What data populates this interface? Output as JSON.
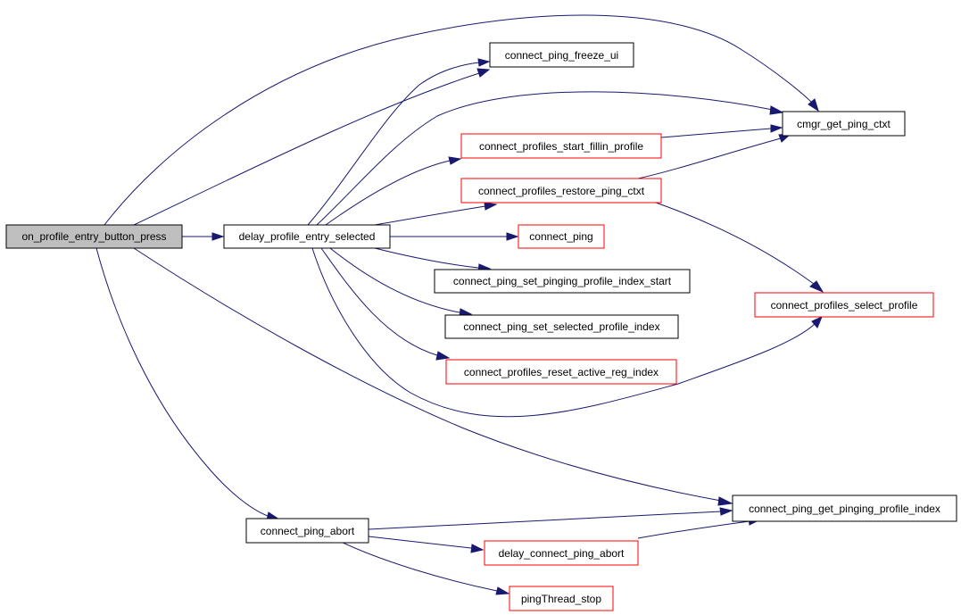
{
  "colors": {
    "edge": "#191970",
    "root_fill": "#bfbfbf",
    "default_border": "#000000",
    "external_border": "#ff0000",
    "background": "#ffffff"
  },
  "nodes": [
    {
      "id": "on_profile_entry_button_press",
      "label": "on_profile_entry_button_press",
      "style": "root"
    },
    {
      "id": "delay_profile_entry_selected",
      "label": "delay_profile_entry_selected",
      "style": "black"
    },
    {
      "id": "connect_ping_freeze_ui",
      "label": "connect_ping_freeze_ui",
      "style": "black"
    },
    {
      "id": "cmgr_get_ping_ctxt",
      "label": "cmgr_get_ping_ctxt",
      "style": "black"
    },
    {
      "id": "connect_profiles_start_fillin_profile",
      "label": "connect_profiles_start_fillin_profile",
      "style": "red"
    },
    {
      "id": "connect_profiles_restore_ping_ctxt",
      "label": "connect_profiles_restore_ping_ctxt",
      "style": "red"
    },
    {
      "id": "connect_ping",
      "label": "connect_ping",
      "style": "red"
    },
    {
      "id": "connect_ping_set_pinging_profile_index_start",
      "label": "connect_ping_set_pinging_profile_index_start",
      "style": "black"
    },
    {
      "id": "connect_ping_set_selected_profile_index",
      "label": "connect_ping_set_selected_profile_index",
      "style": "black"
    },
    {
      "id": "connect_profiles_reset_active_reg_index",
      "label": "connect_profiles_reset_active_reg_index",
      "style": "red"
    },
    {
      "id": "connect_profiles_select_profile",
      "label": "connect_profiles_select_profile",
      "style": "red"
    },
    {
      "id": "connect_ping_get_pinging_profile_index",
      "label": "connect_ping_get_pinging_profile_index",
      "style": "black"
    },
    {
      "id": "connect_ping_abort",
      "label": "connect_ping_abort",
      "style": "black"
    },
    {
      "id": "delay_connect_ping_abort",
      "label": "delay_connect_ping_abort",
      "style": "red"
    },
    {
      "id": "pingThread_stop",
      "label": "pingThread_stop",
      "style": "red"
    }
  ],
  "edges": [
    {
      "from": "on_profile_entry_button_press",
      "to": "delay_profile_entry_selected"
    },
    {
      "from": "on_profile_entry_button_press",
      "to": "connect_ping_freeze_ui"
    },
    {
      "from": "on_profile_entry_button_press",
      "to": "cmgr_get_ping_ctxt"
    },
    {
      "from": "on_profile_entry_button_press",
      "to": "connect_ping_get_pinging_profile_index"
    },
    {
      "from": "on_profile_entry_button_press",
      "to": "connect_ping_abort"
    },
    {
      "from": "delay_profile_entry_selected",
      "to": "connect_ping_freeze_ui"
    },
    {
      "from": "delay_profile_entry_selected",
      "to": "cmgr_get_ping_ctxt"
    },
    {
      "from": "delay_profile_entry_selected",
      "to": "connect_profiles_start_fillin_profile"
    },
    {
      "from": "delay_profile_entry_selected",
      "to": "connect_profiles_restore_ping_ctxt"
    },
    {
      "from": "delay_profile_entry_selected",
      "to": "connect_ping"
    },
    {
      "from": "delay_profile_entry_selected",
      "to": "connect_ping_set_pinging_profile_index_start"
    },
    {
      "from": "delay_profile_entry_selected",
      "to": "connect_ping_set_selected_profile_index"
    },
    {
      "from": "delay_profile_entry_selected",
      "to": "connect_profiles_reset_active_reg_index"
    },
    {
      "from": "delay_profile_entry_selected",
      "to": "connect_profiles_select_profile"
    },
    {
      "from": "connect_profiles_start_fillin_profile",
      "to": "cmgr_get_ping_ctxt"
    },
    {
      "from": "connect_profiles_restore_ping_ctxt",
      "to": "cmgr_get_ping_ctxt"
    },
    {
      "from": "connect_profiles_restore_ping_ctxt",
      "to": "connect_profiles_select_profile"
    },
    {
      "from": "connect_ping_abort",
      "to": "connect_ping_get_pinging_profile_index"
    },
    {
      "from": "connect_ping_abort",
      "to": "delay_connect_ping_abort"
    },
    {
      "from": "connect_ping_abort",
      "to": "pingThread_stop"
    },
    {
      "from": "delay_connect_ping_abort",
      "to": "connect_ping_get_pinging_profile_index"
    }
  ]
}
